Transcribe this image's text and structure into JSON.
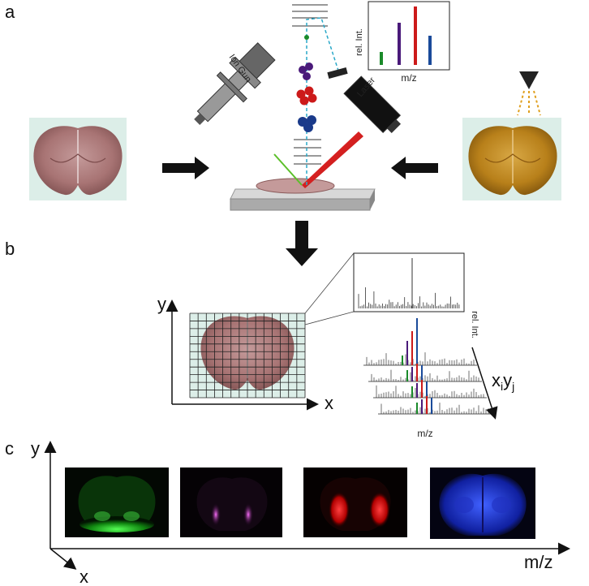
{
  "panels": {
    "a": {
      "label": "a",
      "ion_gun_label": "Ion Gun",
      "laser_label": "Laser",
      "spectrum": {
        "ylabel": "rel. Int.",
        "xlabel": "m/z",
        "bar_colors": [
          "#1a8a2a",
          "#4a1a7a",
          "#cc1a1a",
          "#1a4a9a"
        ]
      }
    },
    "b": {
      "label": "b",
      "y_axis": "y",
      "x_axis": "x",
      "stack_ylabel": "rel. Int.",
      "stack_xlabel": "m/z",
      "pixel_label_base": "x",
      "pixel_label_i": "i",
      "pixel_label_y": "y",
      "pixel_label_j": "j"
    },
    "c": {
      "label": "c",
      "y_axis": "y",
      "x_axis": "x",
      "mz_axis": "m/z",
      "image_colors": [
        "#22cc22",
        "#b030b0",
        "#e01818",
        "#2030e0"
      ]
    }
  },
  "colors": {
    "green": "#1a8a2a",
    "purple": "#4a1a7a",
    "red": "#cc1a1a",
    "blue": "#1a4a9a",
    "tissue": "#b08080",
    "matrix_tissue": "#c8901c"
  }
}
